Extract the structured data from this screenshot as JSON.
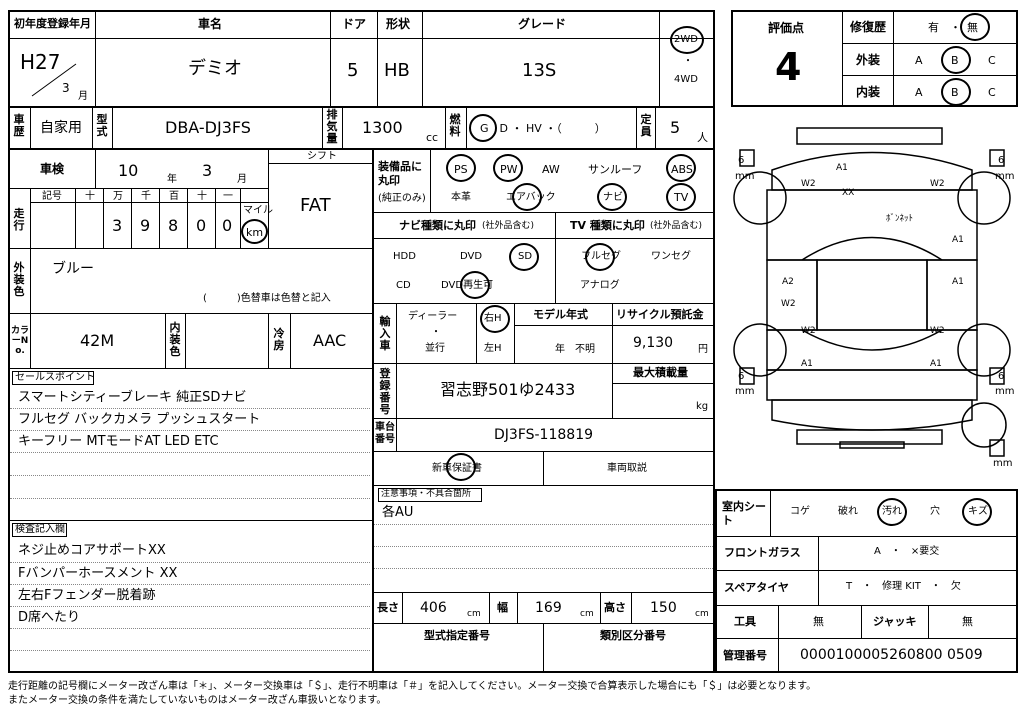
{
  "header": {
    "reg_year_label": "初年度登録年月",
    "reg_year": "H27",
    "reg_month": "3",
    "month_unit": "月",
    "name_label": "車名",
    "name": "デミオ",
    "door_label": "ドア",
    "door": "5",
    "shape_label": "形状",
    "shape": "HB",
    "grade_label": "グレード",
    "grade": "13S",
    "drive_2wd": "2WD",
    "drive_dot": "・",
    "drive_4wd": "4WD"
  },
  "eval": {
    "score_label": "評価点",
    "score": "4",
    "repair_label": "修復歴",
    "repair_yes": "有",
    "repair_dot": "・",
    "repair_no": "無",
    "exterior_label": "外装",
    "interior_label": "内装",
    "grade_a": "A",
    "grade_b": "B",
    "grade_c": "C",
    "dot": "・"
  },
  "row2": {
    "usage_label": "車歴",
    "usage": "自家用",
    "model_label": "型式",
    "model": "DBA-DJ3FS",
    "displacement_label": "排気量",
    "displacement": "1300",
    "cc": "cc",
    "fuel_label": "燃料",
    "fuel_options": "G　D ・ HV ・（　　　）",
    "capacity_label": "定員",
    "capacity": "5",
    "person_unit": "人"
  },
  "inspection": {
    "label": "車検",
    "year": "10",
    "year_unit": "年",
    "month": "3",
    "month_unit": "月",
    "shift_label": "シフト",
    "shift": "FAT"
  },
  "mileage": {
    "label": "走行",
    "sign_label": "記号",
    "digit_labels": [
      "十",
      "万",
      "千",
      "百",
      "十",
      "一"
    ],
    "digits": [
      "",
      "3",
      "9",
      "8",
      "0",
      "0"
    ],
    "mile_label": "マイル",
    "km_label": "km"
  },
  "color": {
    "label": "外装色",
    "value": "ブルー",
    "change_note": "(　　　)色替車は色替と記入",
    "color_no_label": "カラーNo.",
    "color_no": "42M",
    "interior_color_label": "内装色",
    "interior_color": "",
    "ac_label": "冷房",
    "ac": "AAC"
  },
  "equipment": {
    "label": "装備品に丸印",
    "sub": "(純正のみ)",
    "items_row1": [
      "PS",
      "PW",
      "AW",
      "サンルーフ",
      "ABS"
    ],
    "items_row2": [
      "本革",
      "エアバック",
      "ナビ",
      "TV"
    ]
  },
  "navi": {
    "label": "ナビ種類に丸印",
    "sub": "(社外品含む)",
    "items_row1": [
      "HDD",
      "DVD",
      "SD"
    ],
    "items_row2": [
      "CD",
      "DVD再生可"
    ],
    "tv_label": "TV 種類に丸印",
    "tv_sub": "(社外品含む)",
    "tv_row1": [
      "フルセグ",
      "ワンセグ"
    ],
    "tv_row2": [
      "アナログ"
    ]
  },
  "import": {
    "label": "輸入車",
    "dealer": "ディーラー",
    "dot": "・",
    "parallel": "並行",
    "right_h": "右H",
    "left_h": "左H",
    "model_year_label": "モデル年式",
    "model_year": "年　不明",
    "recycle_label": "リサイクル預託金",
    "recycle": "9,130",
    "yen": "円"
  },
  "registration": {
    "label": "登録番号",
    "value": "習志野501ゆ2433",
    "max_load_label": "最大積載量",
    "kg": "kg",
    "chassis_label": "車台番号",
    "chassis": "DJ3FS-118819",
    "warranty": "新車保証書",
    "manual": "車両取説",
    "notes_label": "注意事項・不具合箇所",
    "notes": "各AU"
  },
  "dims": {
    "length_label": "長さ",
    "length": "406",
    "width_label": "幅",
    "width": "169",
    "height_label": "高さ",
    "height": "150",
    "cm": "cm",
    "type_no_label": "型式指定番号",
    "class_no_label": "類別区分番号"
  },
  "sales": {
    "label": "セールスポイント",
    "lines": [
      "スマートシティーブレーキ 純正SDナビ",
      "フルセグ バックカメラ プッシュスタート",
      "キーフリー MTモードAT LED ETC"
    ]
  },
  "check": {
    "label": "検査記入欄",
    "lines": [
      "ネジ止めコアサポートXX",
      "Fバンパーホースメント XX",
      "左右Fフェンダー脱着跡",
      "D席へたり"
    ]
  },
  "diagram": {
    "six": "6",
    "mm": "mm",
    "marks": {
      "a1_front": "A1",
      "w2_left": "W2",
      "w2_right": "W2",
      "xx": "XX",
      "hood_note": "ﾎﾞﾝﾈｯﾄ",
      "a1_right": "A1",
      "a1_right2": "A1",
      "a2": "A2",
      "w2_mid": "W2",
      "w2_rear_l": "W2",
      "w2_rear_r": "W2",
      "a1_rear_l": "A1",
      "a1_rear_r": "A1"
    }
  },
  "interior": {
    "label": "室内シート",
    "items": [
      "コゲ",
      "破れ",
      "汚れ",
      "穴",
      "キズ"
    ],
    "glass_label": "フロントガラス",
    "glass": "A　・　×要交",
    "spare_label": "スペアタイヤ",
    "spare": "T　・　修理 KIT　・　欠",
    "tools_label": "工具",
    "tools": "無",
    "jack_label": "ジャッキ",
    "jack": "無",
    "mgmt_label": "管理番号",
    "mgmt": "0000100005260800 0509"
  },
  "footer": {
    "line1": "走行距離の記号欄にメーター改ざん車は「＊」、メーター交換車は「＄」、走行不明車は「＃」を記入してください。メーター交換で合算表示した場合にも「＄」は必要となります。",
    "line2": "またメーター交換の条件を満たしていないものはメーター改ざん車扱いとなります。"
  }
}
